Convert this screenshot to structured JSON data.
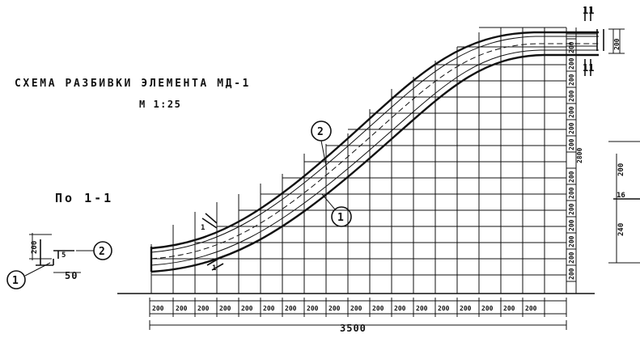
{
  "title": "СХЕМА РАЗБИВКИ ЭЛЕМЕНТА МД-1",
  "scale": "М 1:25",
  "section_label": "По 1-1",
  "cut_marks": {
    "top": "11",
    "bottom": "11",
    "lower_left": "1",
    "lower_left_2": "1"
  },
  "callouts": {
    "rail_top": "2",
    "rail_bottom": "1",
    "section_top": "2",
    "section_bottom": "1"
  },
  "bottom_dims": [
    "200",
    "200",
    "200",
    "200",
    "200",
    "200",
    "200",
    "200",
    "200",
    "200",
    "200",
    "200",
    "200",
    "200",
    "200",
    "200",
    "200",
    "200"
  ],
  "total_length": "3500",
  "right_dims": [
    "200",
    "200",
    "200",
    "200",
    "200",
    "200",
    "200",
    "200",
    "200",
    "200",
    "200",
    "200",
    "200",
    "200"
  ],
  "total_height": "2800",
  "end_dim": "200",
  "section_dims": {
    "height": "200",
    "thickness": "5",
    "offset": "50"
  },
  "right_detail_dims": {
    "upper": "200",
    "lower": "240",
    "mark": "16"
  }
}
